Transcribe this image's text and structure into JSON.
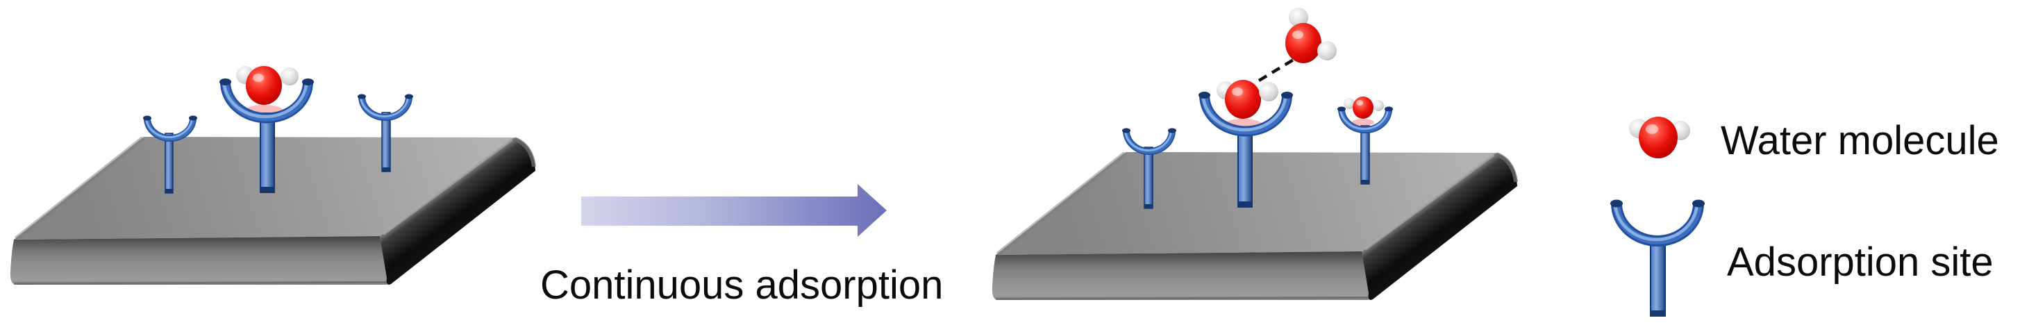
{
  "figure": {
    "arrow_caption": "Continuous adsorption",
    "legend": {
      "items": [
        {
          "icon": "water-molecule-icon",
          "label": "Water molecule"
        },
        {
          "icon": "adsorption-site-icon",
          "label": "Adsorption site"
        }
      ]
    },
    "colors": {
      "oxygen_red": "#e81109",
      "hydrogen_gray": "#d9d9d9",
      "site_blue": "#3466b8",
      "slab_gray": "#9a9a9a",
      "arrow_purple": "#8486c6",
      "text_black": "#0b0b0b",
      "background": "#ffffff"
    }
  }
}
